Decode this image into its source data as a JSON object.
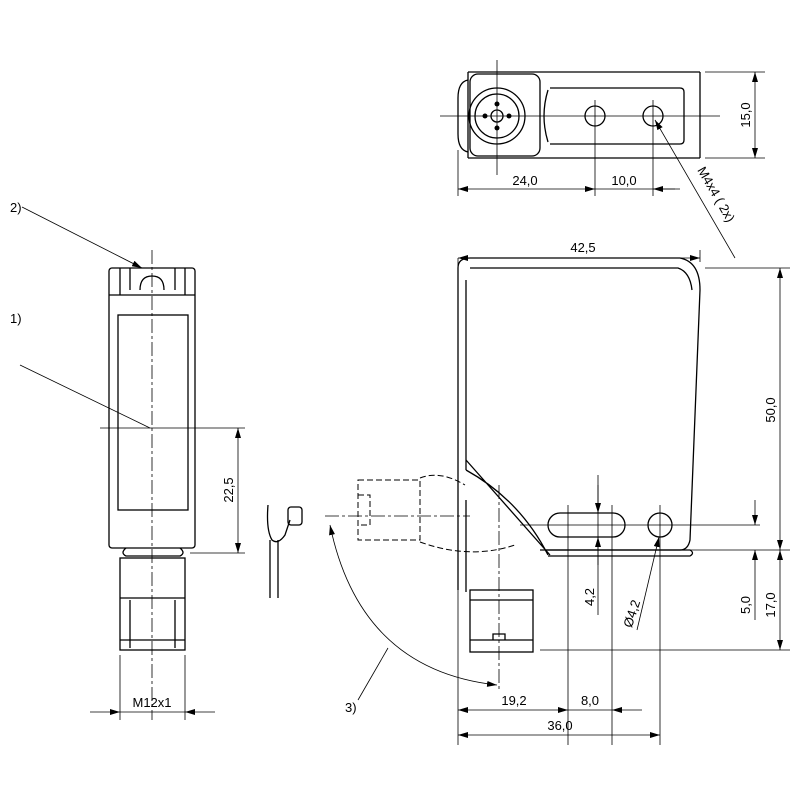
{
  "callouts": {
    "note1": "1)",
    "note2": "2)",
    "note3": "3)"
  },
  "top_view": {
    "dim_width_24": "24,0",
    "dim_hole_spacing": "10,0",
    "dim_height": "15,0",
    "thread_note": "M4x4 ( 2x)"
  },
  "front_view": {
    "dim_axis_height": "22,5",
    "thread": "M12x1"
  },
  "side_view": {
    "dim_width": "42,5",
    "dim_height": "50,0",
    "dim_hole_offset": "5,0",
    "dim_connector_height": "17,0",
    "dim_slot_width": "4,2",
    "dim_hole_diameter": "Ø4,2",
    "dim_connector_pos": "19,2",
    "dim_slot_length": "8,0",
    "dim_hole_pos": "36,0"
  }
}
